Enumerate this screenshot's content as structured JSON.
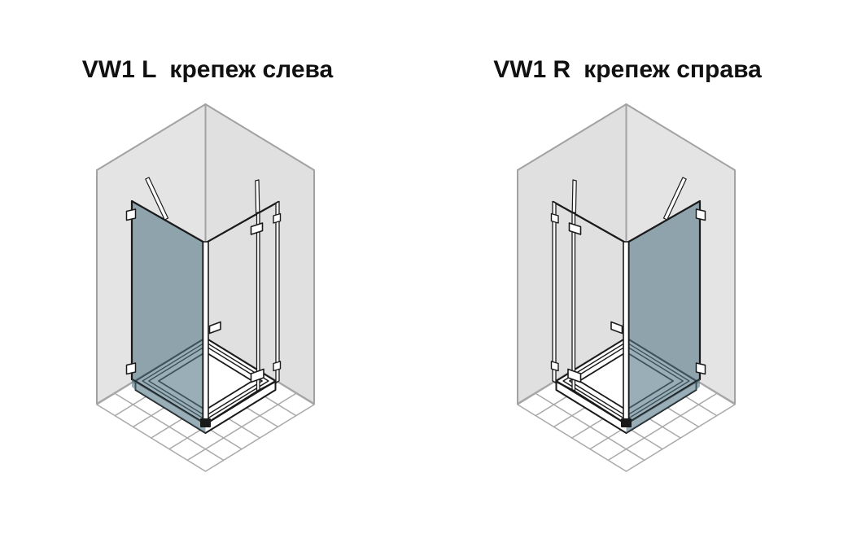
{
  "page": {
    "background": "#ffffff"
  },
  "diagrams": {
    "left": {
      "model": "VW1 L",
      "label": "крепеж слева",
      "description": "corner shower enclosure, hinged side on the left"
    },
    "right": {
      "model": "VW1 R",
      "label": "крепеж справа",
      "description": "corner shower enclosure, hinged side on the right (mirror image)"
    }
  },
  "colors": {
    "wall_left_face": "#e4e4e4",
    "wall_right_face": "#e0e0e0",
    "wall_outline": "#a2a2a2",
    "tile_grid_line": "#a9a9a9",
    "glass_tint": "rgba(85,120,135,0.6)",
    "drawing_line": "#1a1a1a",
    "hardware_fill": "#ffffff",
    "title_text": "#111111"
  }
}
